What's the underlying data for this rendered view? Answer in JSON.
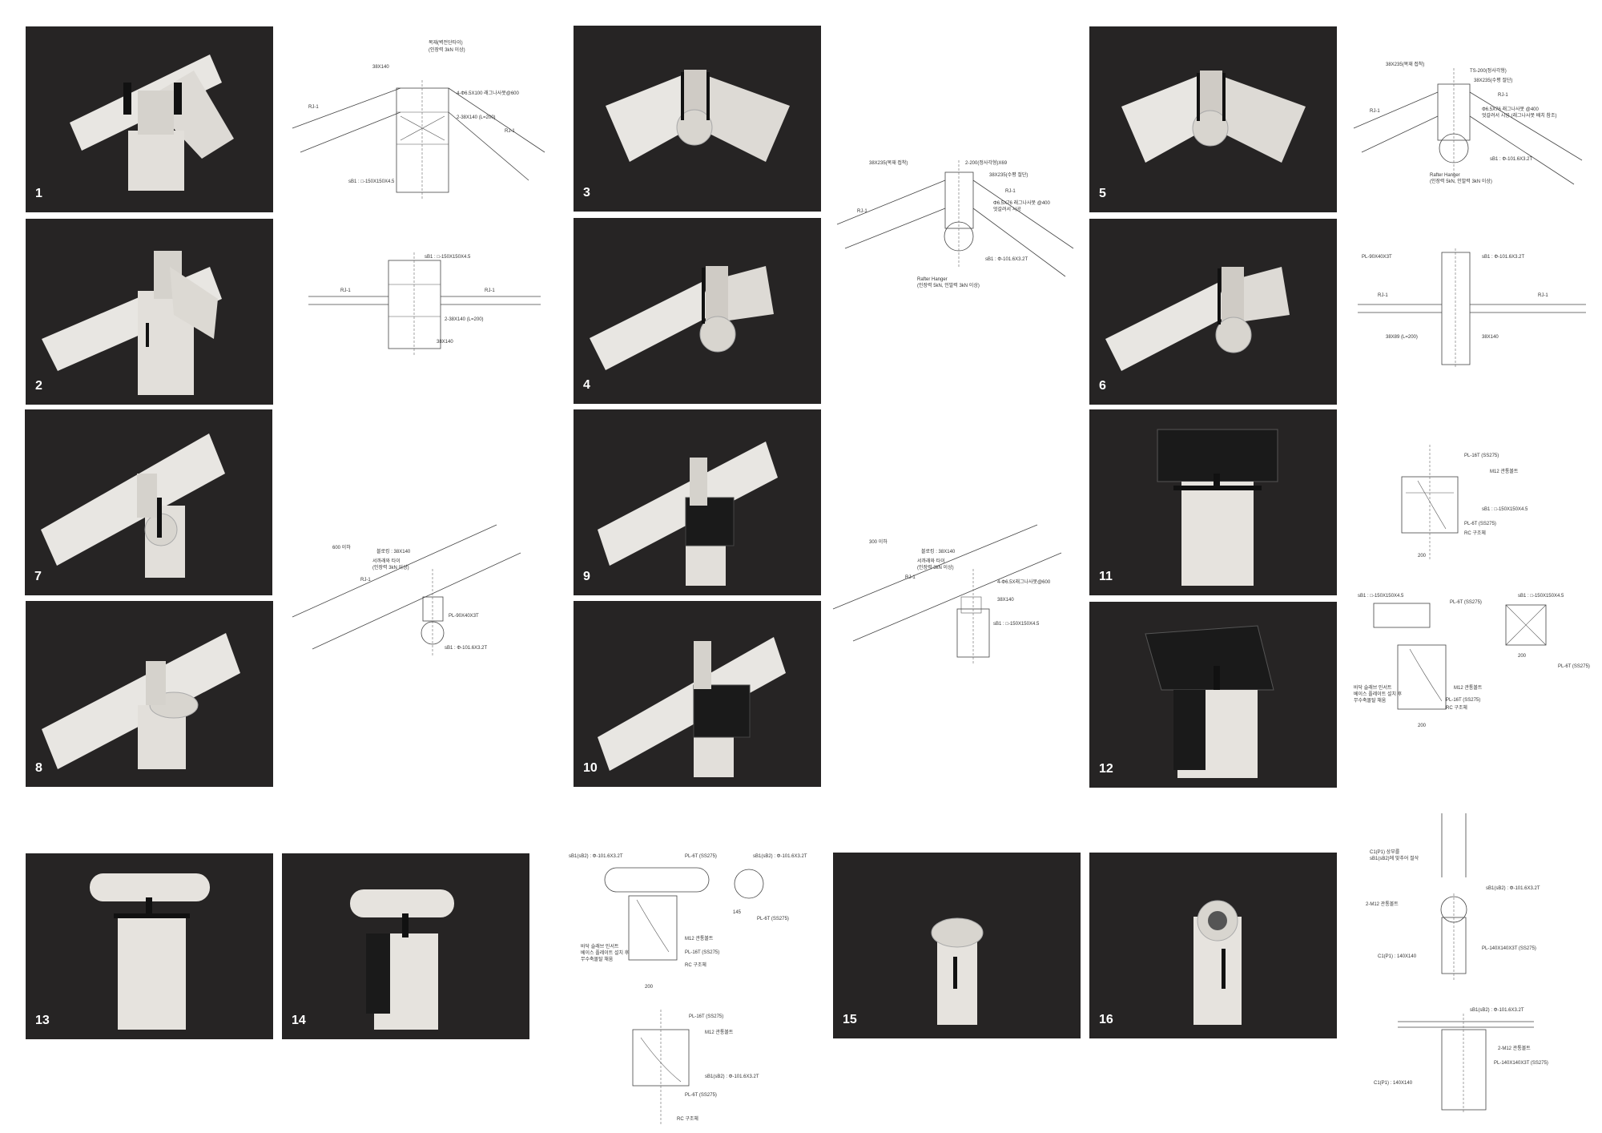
{
  "photos": [
    {
      "id": "1",
      "label": "1"
    },
    {
      "id": "2",
      "label": "2"
    },
    {
      "id": "3",
      "label": "3"
    },
    {
      "id": "4",
      "label": "4"
    },
    {
      "id": "5",
      "label": "5"
    },
    {
      "id": "6",
      "label": "6"
    },
    {
      "id": "7",
      "label": "7"
    },
    {
      "id": "8",
      "label": "8"
    },
    {
      "id": "9",
      "label": "9"
    },
    {
      "id": "10",
      "label": "10"
    },
    {
      "id": "11",
      "label": "11"
    },
    {
      "id": "12",
      "label": "12"
    },
    {
      "id": "13",
      "label": "13"
    },
    {
      "id": "14",
      "label": "14"
    },
    {
      "id": "15",
      "label": "15"
    },
    {
      "id": "16",
      "label": "16"
    }
  ],
  "drawings": {
    "d1": [
      "38X140",
      "목재(벽전단타이)",
      "(인장력 3kN 이상)",
      "4-Φ6.5X100 래그나사못@600",
      "2-38X140 (L=200)",
      "sB1 : □-150X150X4.5",
      "RJ-1",
      "RJ-1"
    ],
    "d2": [
      "sB1 : □-150X150X4.5",
      "RJ-1",
      "RJ-1",
      "2-38X140 (L=200)",
      "38X140"
    ],
    "d3": [
      "38X235(목재 접착)",
      "2-200(정사각형)X69",
      "38X235(수평 절단)",
      "RJ-1",
      "Φ6.5X76 래그나사못 @400",
      "엇갈려서 시공",
      "sB1 : Φ-101.6X3.2T",
      "Rafter Hanger",
      "(인장력 5kN, 인발력 3kN 이상)",
      "RJ-1"
    ],
    "d4": [
      "38X235(목재 접착)",
      "TS-200(정사각형)",
      "38X235(수평 절단)",
      "RJ-1",
      "Φ6.5X76 래그나사못 @400",
      "엇갈려서 시공 (래그나사못 배치 참조)",
      "sB1 : Φ-101.6X3.2T",
      "Rafter Hanger",
      "(인장력 5kN, 인발력 3kN 이상)",
      "RJ-1"
    ],
    "d5": [
      "PL-90X40X3T",
      "sB1 : Φ-101.6X3.2T",
      "RJ-1",
      "RJ-1",
      "38X89 (L=200)",
      "38X140"
    ],
    "d6": [
      "600 이하",
      "블로킹 : 38X140",
      "서까래와 타이",
      "(인장력 3kN 이상)",
      "RJ-1",
      "PL-90X40X3T",
      "sB1 : Φ-101.6X3.2T"
    ],
    "d7": [
      "300 이하",
      "블로킹 : 38X140",
      "서까래와 타이",
      "(인장력 3kN 이상)",
      "RJ-1",
      "4-Φ6.5X래그나사못@600",
      "38X140",
      "sB1 : □-150X150X4.5"
    ],
    "d8": [
      "PL-16T (SS275)",
      "M12 관통볼트",
      "sB1 : □-150X150X4.5",
      "PL-6T (SS275)",
      "RC 구조체",
      "200"
    ],
    "d9": [
      "sB1 : □-150X150X4.5",
      "PL-6T (SS275)",
      "sB1 : □-150X150X4.5",
      "M12 관통볼트",
      "PL-16T (SS275)",
      "RC 구조체",
      "PL-6T (SS275)",
      "바닥 슬래브 인서트",
      "베이스 플레이트 설치 후",
      "무수축몰탈 채움",
      "200",
      "200"
    ],
    "d10": [
      "sB1(sB2) : Φ-101.6X3.2T",
      "PL-6T (SS275)",
      "sB1(sB2) : Φ-101.6X3.2T",
      "145",
      "PL-6T (SS275)",
      "바닥 슬래브 인서트",
      "베이스 플레이트 설치 후",
      "무수축몰탈 채움",
      "M12 관통볼트",
      "PL-16T (SS275)",
      "RC 구조체",
      "200"
    ],
    "d11": [
      "PL-16T (SS275)",
      "M12 관통볼트",
      "sB1(sB2) : Φ-101.6X3.2T",
      "PL-6T (SS275)",
      "RC 구조체"
    ],
    "d12": [
      "C1(P1) 상부를",
      "sB1(sB2)에 맞추어 절삭",
      "sB1(sB2) : Φ-101.6X3.2T",
      "2-M12 관통볼트",
      "PL-140X140X3T (SS275)",
      "C1(P1) : 140X140"
    ],
    "d13": [
      "sB1(sB2) : Φ-101.6X3.2T",
      "2-M12 관통볼트",
      "PL-140X140X3T (SS275)",
      "C1(P1) : 140X140"
    ]
  }
}
